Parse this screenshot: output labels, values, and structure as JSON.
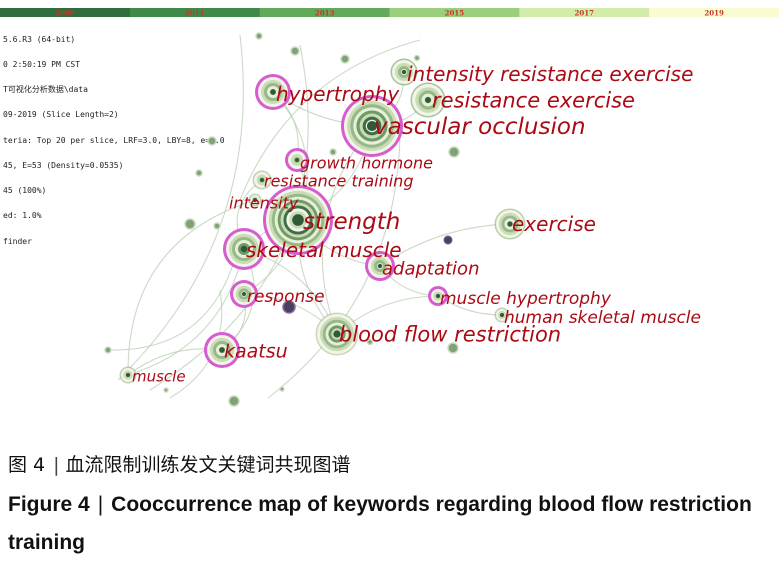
{
  "timeline": {
    "years": [
      "2009",
      "2011",
      "2013",
      "2015",
      "2017",
      "2019"
    ],
    "colors": [
      "#2d6d3e",
      "#3f8a4a",
      "#62aa5a",
      "#9ccf7c",
      "#d2ecaa",
      "#fbfbd2"
    ]
  },
  "info_lines": [
    "5.6.R3 (64-bit)",
    "0 2:50:19 PM CST",
    "T可视化分析数据\\data",
    "09-2019 (Slice Length=2)",
    "teria: Top 20 per slice, LRF=3.0, LBY=8, e=2.0",
    "45, E=53 (Density=0.0535)",
    "45 (100%)",
    "ed: 1.0%",
    "finder"
  ],
  "label_color": "#aa0a14",
  "keywords": [
    {
      "label": "intensity resistance exercise",
      "ring_color": "#6c9a5a",
      "size": 12,
      "purple": false
    },
    {
      "label": "resistance exercise",
      "ring_color": "#6c9a5a",
      "size": 16,
      "purple": false
    },
    {
      "label": "hypertrophy",
      "ring_color": "#aa60a0",
      "size": 15,
      "purple": true
    },
    {
      "label": "vascular occlusion",
      "ring_color": "#aa60a0",
      "size": 28,
      "purple": true
    },
    {
      "label": "growth hormone",
      "ring_color": "#aa60a0",
      "size": 9,
      "purple": true
    },
    {
      "label": "resistance training",
      "ring_color": "#9ab080",
      "size": 8,
      "purple": false
    },
    {
      "label": "intensity",
      "ring_color": "#9ab080",
      "size": 5,
      "purple": false
    },
    {
      "label": "strength",
      "ring_color": "#aa60a0",
      "size": 32,
      "purple": true
    },
    {
      "label": "exercise",
      "ring_color": "#8cb070",
      "size": 14,
      "purple": false
    },
    {
      "label": "skeletal muscle",
      "ring_color": "#aa60a0",
      "size": 18,
      "purple": true
    },
    {
      "label": "adaptation",
      "ring_color": "#aa60a0",
      "size": 12,
      "purple": true
    },
    {
      "label": "response",
      "ring_color": "#aa60a0",
      "size": 11,
      "purple": true
    },
    {
      "label": "muscle hypertrophy",
      "ring_color": "#aa60a0",
      "size": 7,
      "purple": true
    },
    {
      "label": "human skeletal muscle",
      "ring_color": "#9ab080",
      "size": 6,
      "purple": false
    },
    {
      "label": "blood flow restriction",
      "ring_color": "#b0b890",
      "size": 20,
      "purple": false
    },
    {
      "label": "kaatsu",
      "ring_color": "#aa60a0",
      "size": 15,
      "purple": true
    },
    {
      "label": "muscle",
      "ring_color": "#9ab080",
      "size": 7,
      "purple": false
    }
  ],
  "caption": {
    "cn_prefix": "图 4",
    "cn_sep": "|",
    "cn_text": "血流限制训练发文关键词共现图谱",
    "en_prefix": "Figure 4",
    "en_sep": "|",
    "en_text": "Cooccurrence map of keywords regarding blood flow restriction training"
  }
}
